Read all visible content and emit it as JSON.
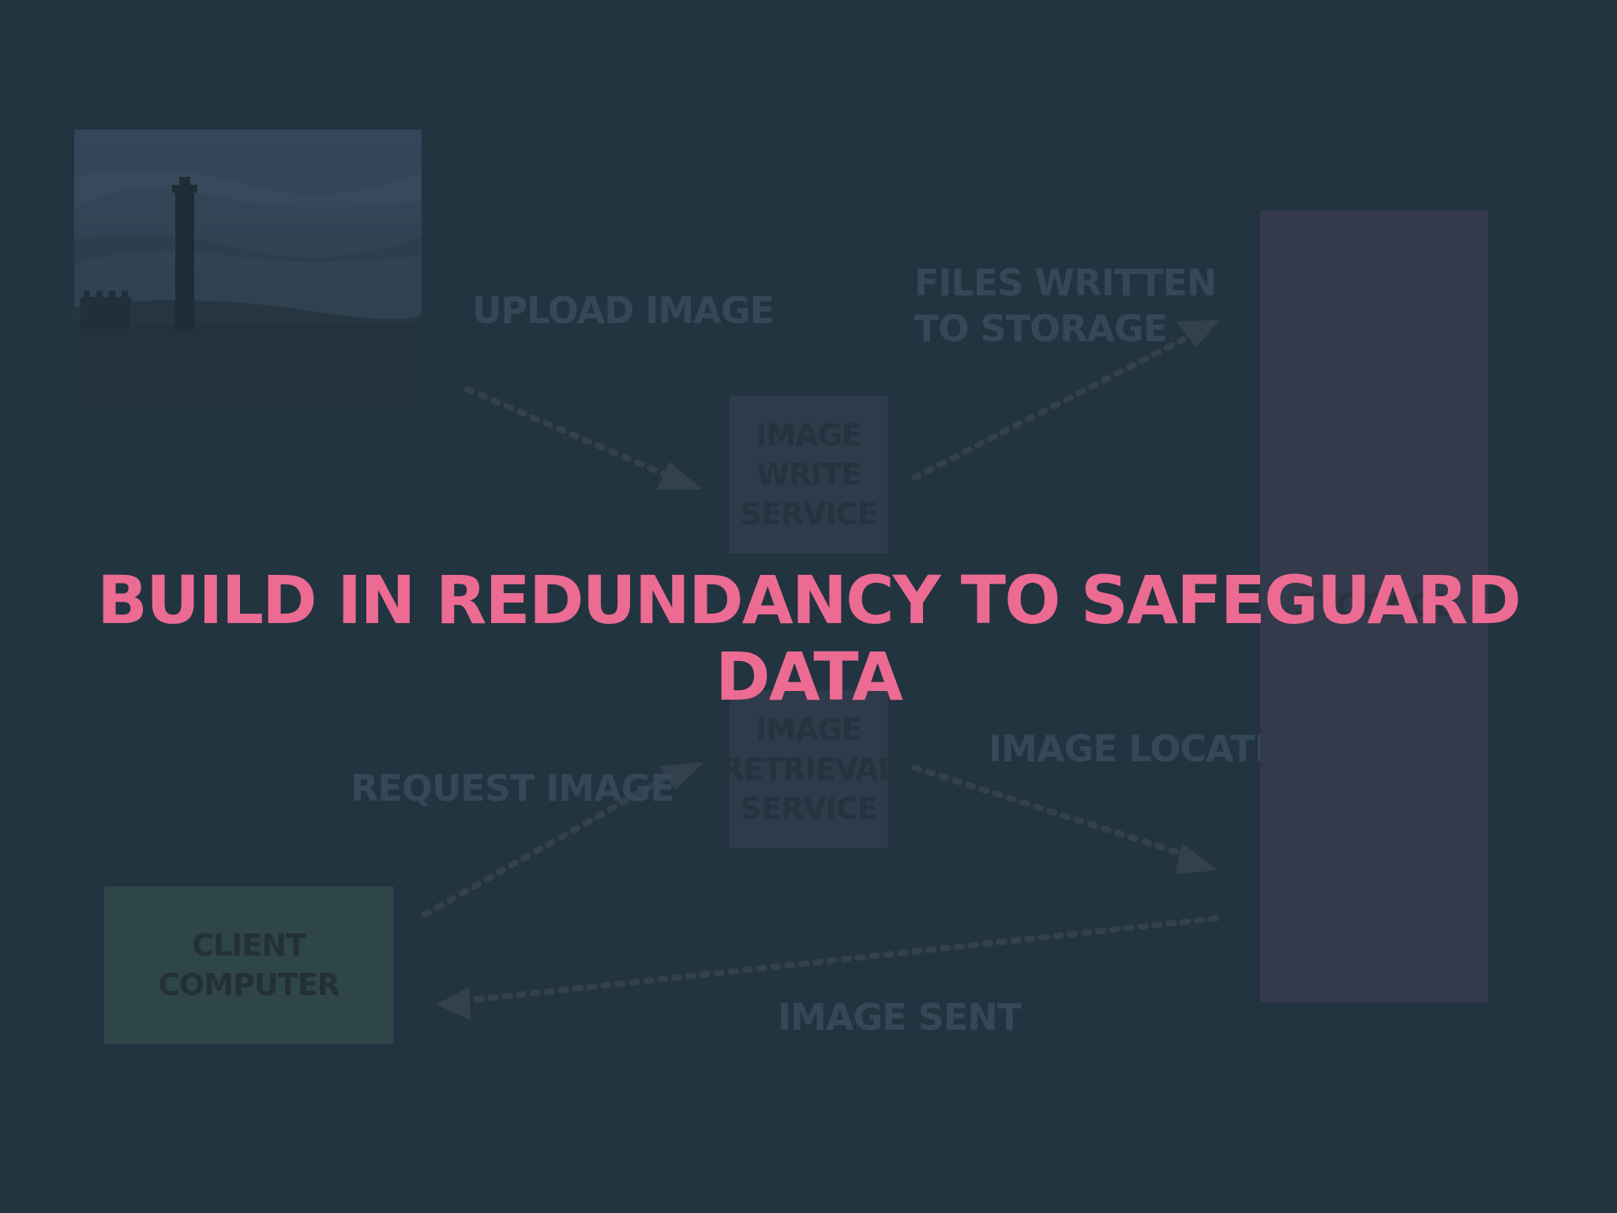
{
  "headline": "BUILD IN REDUNDANCY TO SAFEGUARD DATA",
  "diagram": {
    "steps": {
      "upload": "UPLOAD IMAGE",
      "files_written": [
        "FILES WRITTEN",
        "TO STORAGE"
      ],
      "request": "REQUEST IMAGE",
      "located": "IMAGE LOCATED",
      "sent": "IMAGE SENT"
    },
    "nodes": {
      "write_service": [
        "IMAGE",
        "WRITE",
        "SERVICE"
      ],
      "retrieval_service": [
        "IMAGE",
        "RETRIEVAL",
        "SERVICE"
      ],
      "storage": "STORAGE",
      "client": "CLIENT COMPUTER"
    }
  },
  "colors": {
    "background": "#22343f",
    "headline": "#ec6b93",
    "ghost_text": "#344856",
    "service_box": "#2f3b4a",
    "storage_box": "#333a4b",
    "client_box": "#2f4648",
    "arrow": "#35404f"
  }
}
